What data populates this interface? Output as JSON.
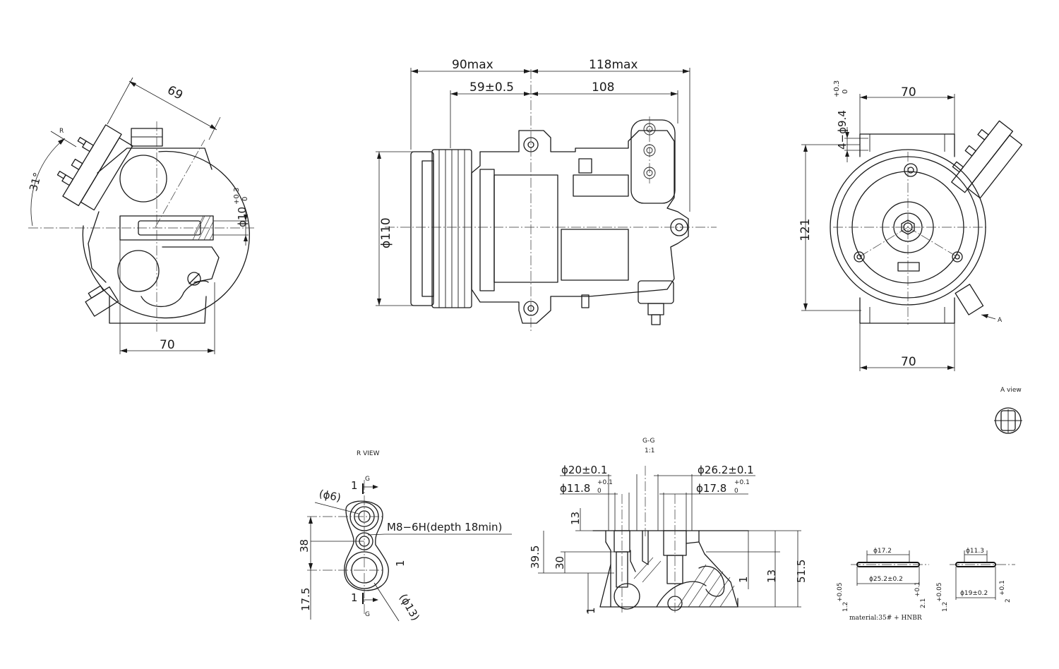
{
  "dimensions": {
    "left_view": {
      "width_70": "70",
      "angle_69": "69",
      "angle_31": "31°",
      "bolt_dia": "ϕ10",
      "bolt_tol_upper": "+0.3",
      "bolt_tol_lower": "0",
      "r_marker": "R"
    },
    "front_view": {
      "d_90max": "90max",
      "d_118max": "118max",
      "d_59": "59±0.5",
      "d_108": "108",
      "d_110": "ϕ110"
    },
    "right_view": {
      "holes": "4−ϕ9.4",
      "holes_tol_upper": "+0.3",
      "holes_tol_lower": "0",
      "width_top": "70",
      "height_121": "121",
      "width_bottom": "70",
      "a_marker": "A"
    },
    "a_view": {
      "title": "A view"
    },
    "r_view": {
      "title": "R VIEW",
      "d_6": "(ϕ6)",
      "thread": "M8−6H(depth  18min)",
      "d_38": "38",
      "d_17_5": "17.5",
      "d_13": "(ϕ13)",
      "one_top": "1",
      "one_bottom": "1",
      "one_right": "1",
      "g_top": "G",
      "g_bottom": "G"
    },
    "section_gg": {
      "title": "G-G",
      "scale": "1:1",
      "d_20": "ϕ20±0.1",
      "d_11_8": "ϕ11.8",
      "d_11_8_tol_upper": "+0.1",
      "d_11_8_tol_lower": "0",
      "d_26_2": "ϕ26.2±0.1",
      "d_17_8": "ϕ17.8",
      "d_17_8_tol_upper": "+0.1",
      "d_17_8_tol_lower": "0",
      "d_13_top": "13",
      "d_30": "30",
      "d_39_5": "39.5",
      "d_13_right": "13",
      "d_51_5": "51.5",
      "d_1_left": "1",
      "d_1_right": "1"
    },
    "seals": {
      "s1_d1": "ϕ17.2",
      "s1_d2": "ϕ25.2±0.2",
      "s1_h1": "1.2",
      "s1_h1_tol": "+0.05",
      "s1_h2": "2.1",
      "s1_h2_tol": "+0.1",
      "s2_d1": "ϕ11.3",
      "s2_d2": "ϕ19±0.2",
      "s2_h1": "1.2",
      "s2_h1_tol": "+0.05",
      "s2_h2": "2",
      "s2_h2_tol": "+0.1",
      "material": "material:35# + HNBR"
    }
  }
}
